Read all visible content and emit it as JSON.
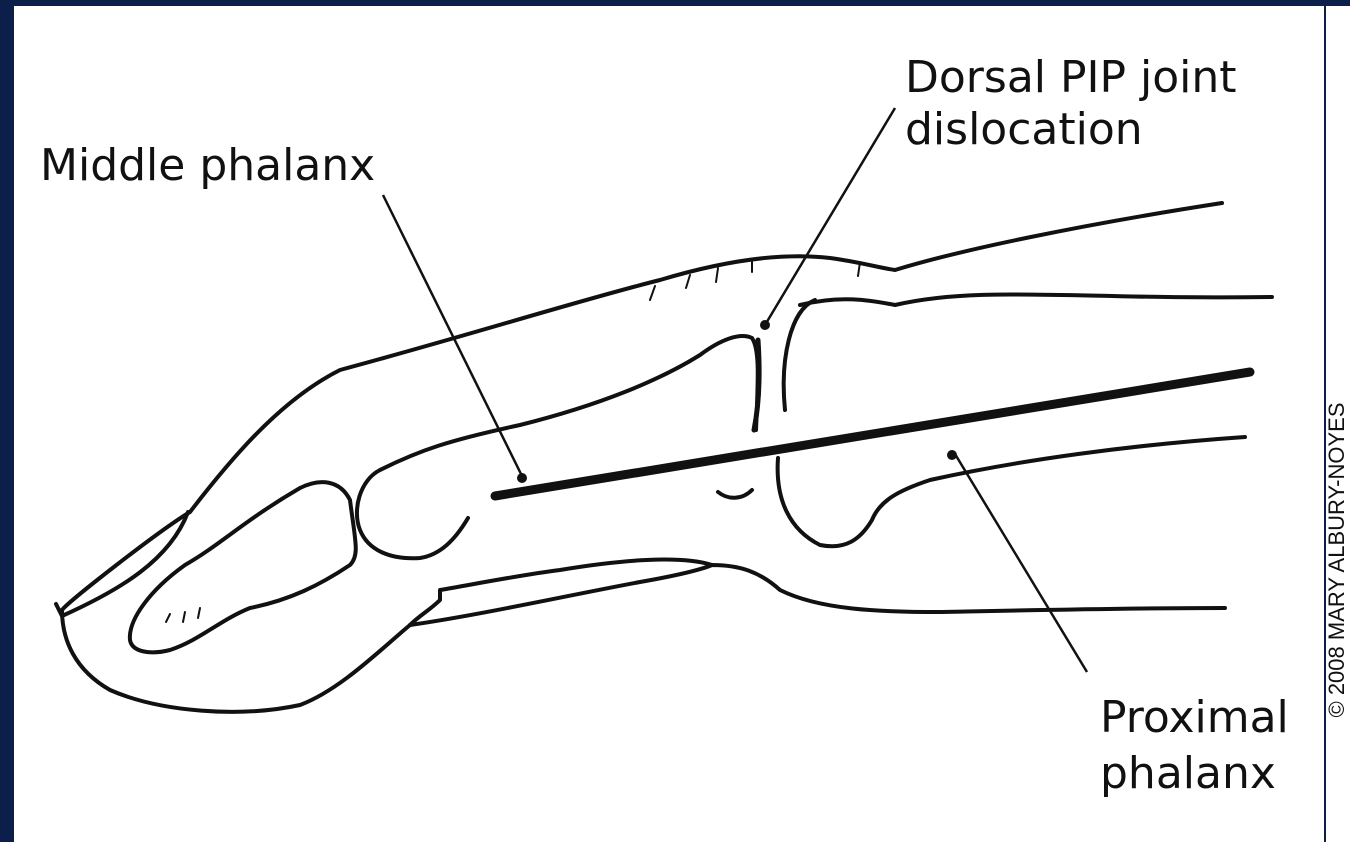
{
  "labels": {
    "middle_phalanx": "Middle phalanx",
    "dorsal_pip_line1": "Dorsal PIP joint",
    "dorsal_pip_line2": "dislocation",
    "proximal_line1": "Proximal",
    "proximal_line2": "phalanx"
  },
  "credit": "© 2008 MARY ALBURY-NOYES",
  "colors": {
    "frame": "#0b1f4a",
    "background": "#ffffff",
    "ink": "#111111"
  }
}
